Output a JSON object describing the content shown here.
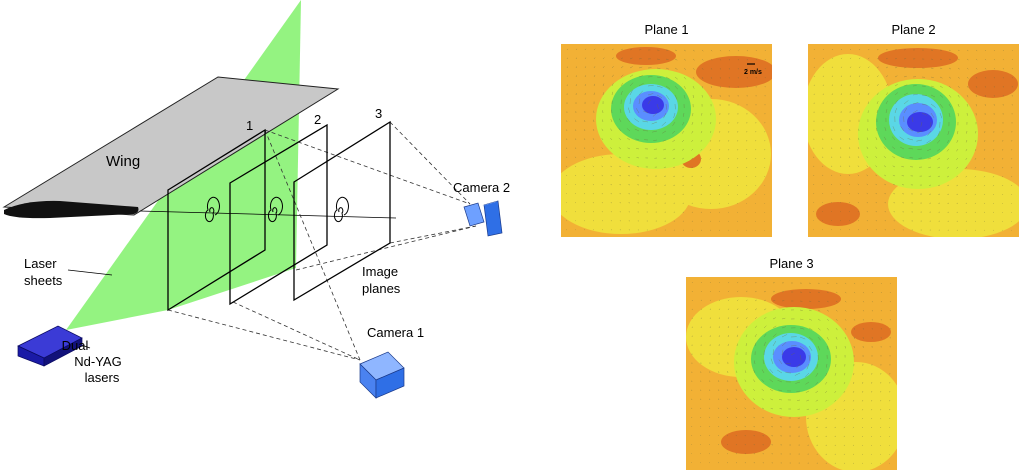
{
  "diagram": {
    "labels": {
      "wing": "Wing",
      "plane_numbers": [
        "1",
        "2",
        "3"
      ],
      "camera_1": "Camera 1",
      "camera_2": "Camera 2",
      "laser_sheets": [
        "Laser",
        "sheets"
      ],
      "image_planes": [
        "Image",
        "planes"
      ],
      "lasers": [
        "Dual",
        "Nd-YAG",
        "lasers"
      ]
    },
    "colors": {
      "laser_green": "#8ef27a",
      "wing_gray": "#c8c8c8",
      "camera_blue": "#2f6fe6",
      "laser_navy": "#1a1aa6"
    }
  },
  "panels": [
    {
      "title": "Plane 1",
      "scale_label": "2 m/s"
    },
    {
      "title": "Plane 2"
    },
    {
      "title": "Plane 3"
    }
  ],
  "colormap": {
    "background_orange": "#f2b135",
    "dark_orange": "#e07524",
    "yellow": "#f0df3c",
    "yellow_green": "#cdf03c",
    "green": "#5ed85a",
    "cyan": "#5ad7e6",
    "light_blue": "#5a8eff",
    "core_blue": "#3a3ae8"
  }
}
